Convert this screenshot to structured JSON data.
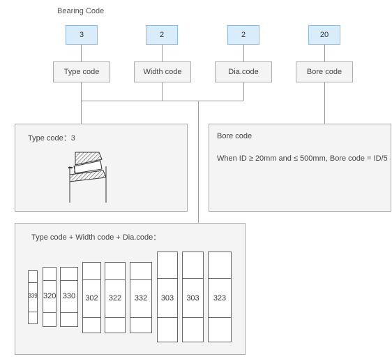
{
  "title": "Bearing Code",
  "digits": [
    "3",
    "2",
    "2",
    "20"
  ],
  "codes": [
    "Type code",
    "Width code",
    "Dia.code",
    "Bore code"
  ],
  "type_panel": {
    "label": "Type code：3"
  },
  "bore_panel": {
    "label": "Bore code",
    "rule": "When ID ≥ 20mm and ≤ 500mm, Bore code = ID/5"
  },
  "series_panel": {
    "label": "Type code + Width code + Dia.code：",
    "series": [
      "339",
      "320",
      "330",
      "302",
      "322",
      "332",
      "303",
      "303",
      "323"
    ]
  }
}
